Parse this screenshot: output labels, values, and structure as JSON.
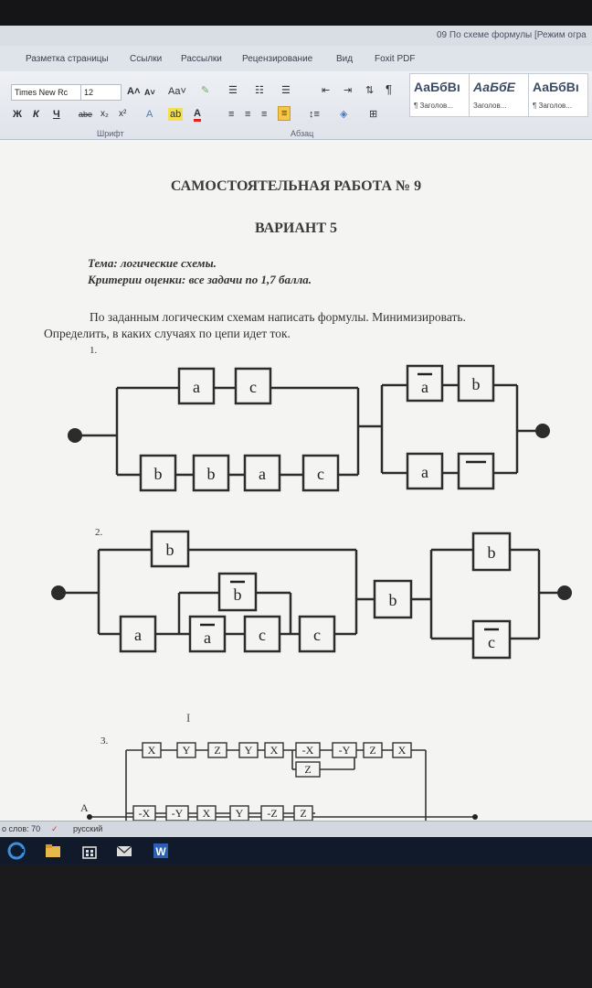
{
  "window": {
    "title": "09 По схеме формулы [Режим огра"
  },
  "ribbon_tabs": [
    "Разметка страницы",
    "Ссылки",
    "Рассылки",
    "Рецензирование",
    "Вид",
    "Foxit PDF"
  ],
  "ribbon": {
    "font_name": "Times New Rc",
    "font_size": "12",
    "group_font": "Шрифт",
    "group_paragraph": "Абзац",
    "styles": [
      {
        "sample": "АаБбВı",
        "name": "¶ Заголов..."
      },
      {
        "sample": "АаБбЕ",
        "name": "Заголов..."
      },
      {
        "sample": "АаБбВı",
        "name": "¶ Заголов..."
      }
    ]
  },
  "document": {
    "heading": "САМОСТОЯТЕЛЬНАЯ РАБОТА № 9",
    "variant": "ВАРИАНТ 5",
    "topic": "Тема: логические схемы.",
    "criteria": "Критерии оценки: все задачи  по 1,7  балла.",
    "task_line1": "По  заданным  логическим  схемам  написать  формулы.  Минимизировать.",
    "task_line2": "Определить, в каких случаях по цепи идет ток.",
    "schemes": [
      {
        "number": "1.",
        "blocks": [
          {
            "label": "a",
            "negated": false
          },
          {
            "label": "c",
            "negated": false
          },
          {
            "label": "b",
            "negated": false
          },
          {
            "label": "b",
            "negated": false
          },
          {
            "label": "a",
            "negated": false
          },
          {
            "label": "c",
            "negated": false
          },
          {
            "label": "a",
            "negated": true
          },
          {
            "label": "b",
            "negated": false
          },
          {
            "label": "a",
            "negated": false
          },
          {
            "label": "",
            "negated": true
          }
        ]
      },
      {
        "number": "2.",
        "blocks": [
          {
            "label": "b",
            "negated": false
          },
          {
            "label": "a",
            "negated": false
          },
          {
            "label": "b",
            "negated": true
          },
          {
            "label": "a",
            "negated": true
          },
          {
            "label": "c",
            "negated": false
          },
          {
            "label": "c",
            "negated": false
          },
          {
            "label": "b",
            "negated": false
          },
          {
            "label": "b",
            "negated": false
          },
          {
            "label": "c",
            "negated": true
          }
        ]
      },
      {
        "number": "3.",
        "node_label": "A",
        "top_row": [
          "X",
          "Y",
          "Z",
          "Y",
          "X",
          "-X",
          "-Y",
          "Z",
          "X"
        ],
        "sub_block": "Z",
        "bottom_row": [
          "-X",
          "-Y",
          "X",
          "Y",
          "-Z",
          "Z"
        ]
      }
    ]
  },
  "statusbar": {
    "words": "о слов: 70",
    "language": "русский"
  },
  "taskbar": {
    "apps": [
      "windows-logo-icon",
      "edge-icon",
      "file-explorer-icon",
      "store-icon",
      "mail-icon",
      "word-icon"
    ]
  }
}
